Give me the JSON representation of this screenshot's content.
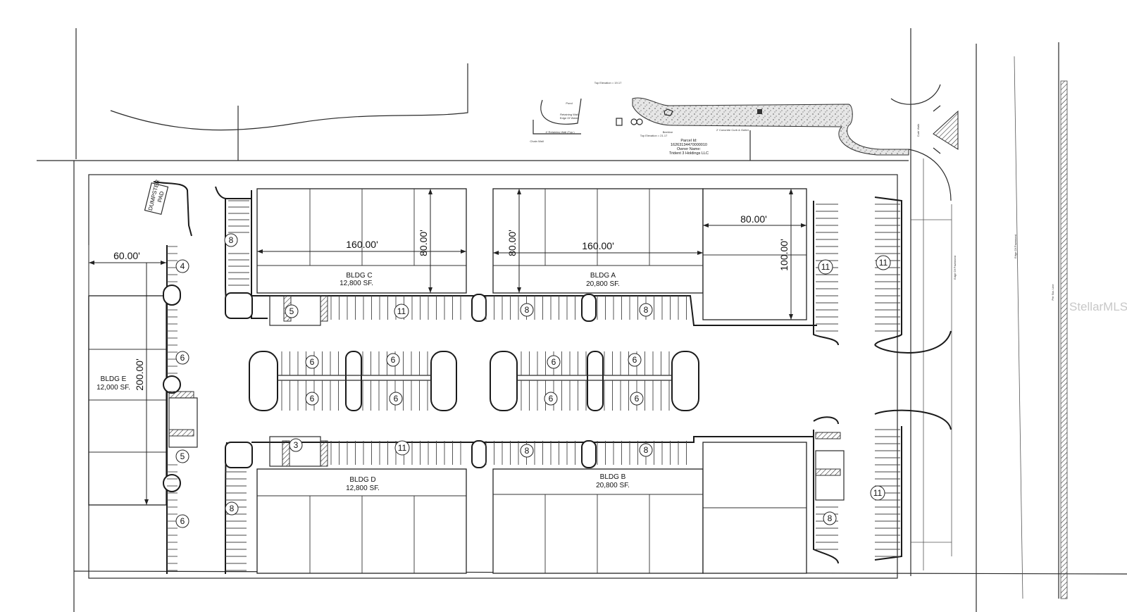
{
  "buildings": [
    {
      "id": "bldg-c",
      "name": "BLDG C",
      "area": "12,800 SF."
    },
    {
      "id": "bldg-a",
      "name": "BLDG A",
      "area": "20,800 SF."
    },
    {
      "id": "bldg-d",
      "name": "BLDG D",
      "area": "12,800 SF."
    },
    {
      "id": "bldg-b",
      "name": "BLDG B",
      "area": "20,800 SF."
    },
    {
      "id": "bldg-e",
      "name": "BLDG E",
      "area": "12,000 SF."
    }
  ],
  "dimensions": {
    "c_width": "160.00'",
    "c_depth": "80.00'",
    "a_depth": "80.00'",
    "a_width": "160.00'",
    "a_wing_width": "80.00'",
    "a_wing_depth": "100.00'",
    "e_width": "60.00'",
    "e_length": "200.00'"
  },
  "dumpster_pad": {
    "line1": "DUMPSTER",
    "line2": "PAD"
  },
  "parking_counts": {
    "p1": "8",
    "p2": "4",
    "p3": "6",
    "p4": "5",
    "p5": "6",
    "p6": "8",
    "p7": "5",
    "p8": "11",
    "p9": "8",
    "p10": "8",
    "p11": "6",
    "p12": "6",
    "p13": "6",
    "p14": "6",
    "p15": "6",
    "p16": "6",
    "p17": "6",
    "p18": "6",
    "p19": "3",
    "p20": "11",
    "p21": "8",
    "p22": "8",
    "p23": "11",
    "p24": "11",
    "p25": "11",
    "p26": "8"
  },
  "north_notes": {
    "pond": "Pond",
    "top_elevation": "Top Elevation = 19.17",
    "retaining_wall_1": "Retaining Wall",
    "retaining_wall_2": "Edge Of Water",
    "retaining_wall_3": "4' Retaining Wall (Typ.)",
    "chain_wall": "Chain Wall",
    "beehive_1": "Beehive",
    "beehive_2": "Top Elevation = 21.17",
    "access_note": "2' Concrete Curb & Gutter",
    "parcel_line1": "Parcel Id:",
    "parcel_line2": "16263134470000010",
    "parcel_line3": "Owner Name:",
    "parcel_line4": "Trident 3 Holdings LLC",
    "curb_walk": "Curb Walk",
    "edge_pavement_1": "Edge Of Pavement",
    "edge_pavement_2": "Edge Of Pavement",
    "row_label": "Per Sta. Line"
  },
  "watermark": "StellarMLS",
  "colors": {
    "line": "#222222",
    "background": "#ffffff",
    "watermark": "#c8c8c8"
  }
}
